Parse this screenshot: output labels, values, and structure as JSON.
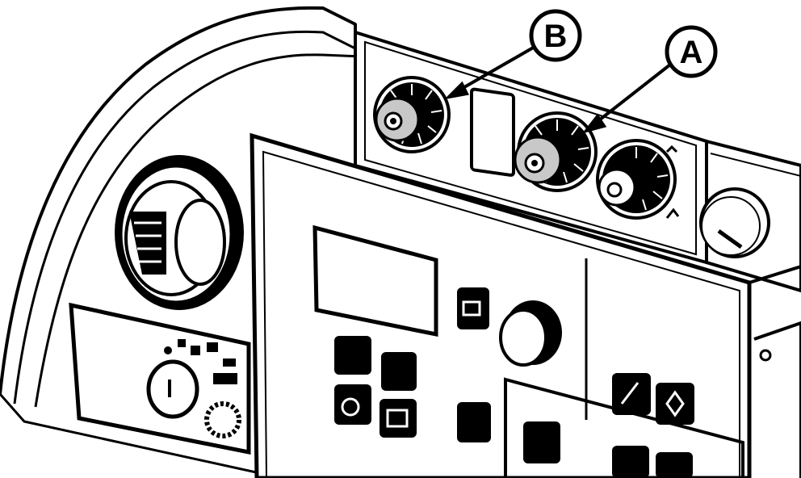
{
  "callouts": {
    "a": {
      "label": "A",
      "target": "knob-a"
    },
    "b": {
      "label": "B",
      "target": "knob-b"
    }
  },
  "colors": {
    "ink": "#000000",
    "paper": "#ffffff",
    "knob_ring": "#c8c8c8"
  },
  "icons": [
    "vent-outlet-icon",
    "fan-speed-dial-icon",
    "temperature-sensor-icon",
    "menu-back-button-icon",
    "rotary-encoder-icon",
    "clock-icon",
    "display-screen-icon"
  ]
}
